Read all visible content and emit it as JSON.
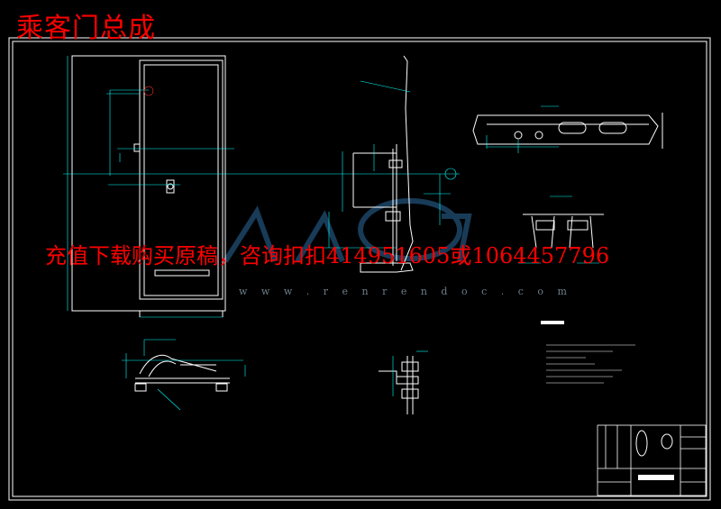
{
  "title": "乘客门总成",
  "ad_text": "充值下载购买原稿，咨询扣扣414951605或1064457796",
  "watermark_url": "w w w . r e n r e n d o c . c o m",
  "colors": {
    "background": "#000000",
    "line": "#ffffff",
    "dimension": "#00ffff",
    "overlay_text": "#ff0000",
    "leader": "#00ffff"
  }
}
